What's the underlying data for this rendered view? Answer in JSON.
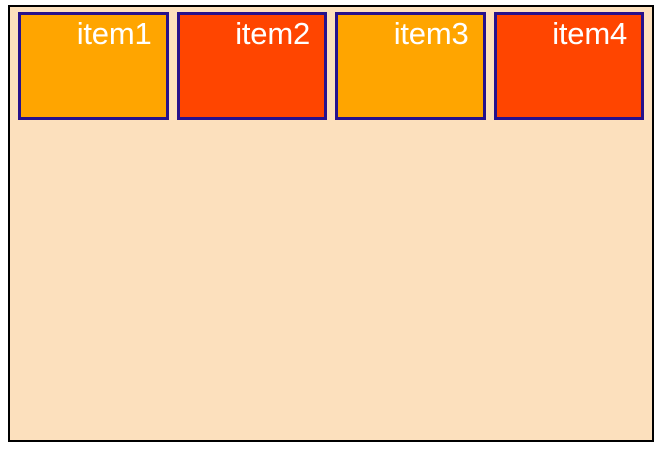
{
  "page": {
    "background": "#ffffff"
  },
  "container": {
    "name": "flex-container",
    "background_color": "#fce0bd",
    "border_color": "#000000",
    "border_width": "2px"
  },
  "items": [
    {
      "label": "item1",
      "background_color": "#ffa500",
      "border_color": "#26118c",
      "text_color": "#ffffff"
    },
    {
      "label": "item2",
      "background_color": "#ff4500",
      "border_color": "#26118c",
      "text_color": "#ffffff"
    },
    {
      "label": "item3",
      "background_color": "#ffa500",
      "border_color": "#26118c",
      "text_color": "#ffffff"
    },
    {
      "label": "item4",
      "background_color": "#ff4500",
      "border_color": "#26118c",
      "text_color": "#ffffff"
    }
  ]
}
